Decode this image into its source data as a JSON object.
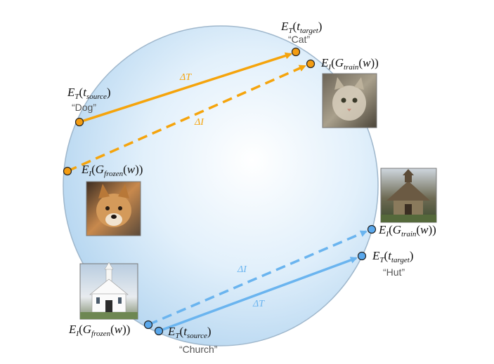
{
  "colors": {
    "cat_dog": "#f5a40c",
    "cat_dog_dot": "#f39c12",
    "church_hut": "#6ab4ef",
    "church_hut_dot": "#5aa8ec",
    "sphere_edge": "#9fb7cc"
  },
  "labels": {
    "dog_source": {
      "E": "E",
      "Esub": "T",
      "arg": "t",
      "argsub": "source",
      "quote": "“Dog”"
    },
    "cat_target": {
      "E": "E",
      "Esub": "T",
      "arg": "t",
      "argsub": "target",
      "quote": "“Cat”"
    },
    "cat_train": {
      "E": "E",
      "Esub": "I",
      "G": "G",
      "Gsub": "train",
      "w": "w"
    },
    "dog_frozen": {
      "E": "E",
      "Esub": "I",
      "G": "G",
      "Gsub": "frozen",
      "w": "w"
    },
    "hut_train": {
      "E": "E",
      "Esub": "I",
      "G": "G",
      "Gsub": "train",
      "w": "w"
    },
    "hut_target": {
      "E": "E",
      "Esub": "T",
      "arg": "t",
      "argsub": "target",
      "quote": "“Hut”"
    },
    "church_frozen": {
      "E": "E",
      "Esub": "I",
      "G": "G",
      "Gsub": "frozen",
      "w": "w"
    },
    "church_source": {
      "E": "E",
      "Esub": "T",
      "arg": "t",
      "argsub": "source",
      "quote": "“Church”"
    }
  },
  "deltas": {
    "top_T": "ΔT",
    "top_I": "ΔI",
    "bottom_I": "ΔI",
    "bottom_T": "ΔT"
  },
  "images": {
    "cat": "cat photo",
    "dog": "dog photo",
    "hut": "hut photo",
    "church": "church photo"
  }
}
